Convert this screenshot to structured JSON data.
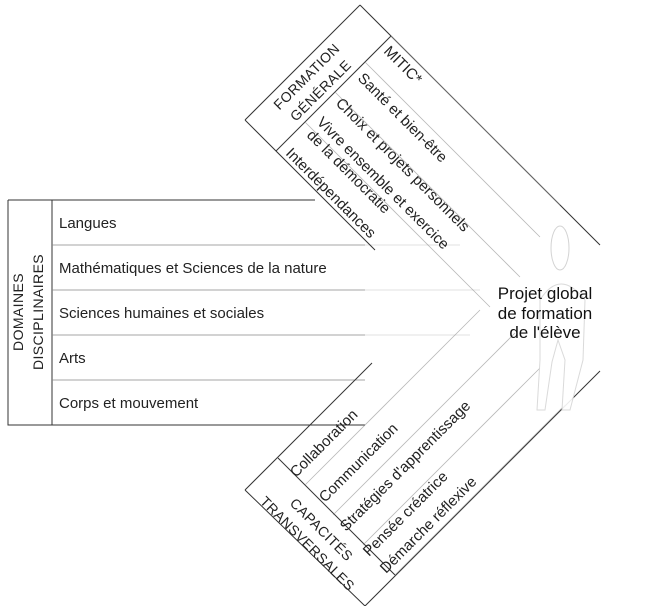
{
  "domaines": {
    "header_line1": "DOMAINES",
    "header_line2": "DISCIPLINAIRES",
    "items": [
      "Langues",
      "Mathématiques et Sciences de la nature",
      "Sciences humaines et sociales",
      "Arts",
      "Corps et mouvement"
    ]
  },
  "formation": {
    "header_line1": "FORMATION",
    "header_line2": "GÉNÉRALE",
    "items": [
      "MITIC*",
      "Santé et bien-être",
      "Choix et projets personnels",
      "Vivre ensemble et exercice",
      "de la démocratie",
      "Interdépendances"
    ]
  },
  "capacites": {
    "header_line1": "CAPACITÉS",
    "header_line2": "TRANSVERSALES",
    "items": [
      "Collaboration",
      "Communication",
      "Stratégies d'apprentissage",
      "Pensée créatrice",
      "Démarche réflexive"
    ]
  },
  "center": {
    "line1": "Projet global",
    "line2": "de formation",
    "line3": "de l'élève"
  }
}
